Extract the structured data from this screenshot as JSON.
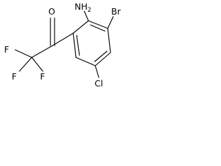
{
  "molecule": {
    "atoms": {
      "oxygen": "O",
      "nitrogen": "N",
      "hydrogen": "H",
      "hydrogen_count": "2",
      "bromine": "Br",
      "chlorine": "Cl",
      "fluorine_1": "F",
      "fluorine_2": "F",
      "fluorine_3": "F"
    }
  }
}
